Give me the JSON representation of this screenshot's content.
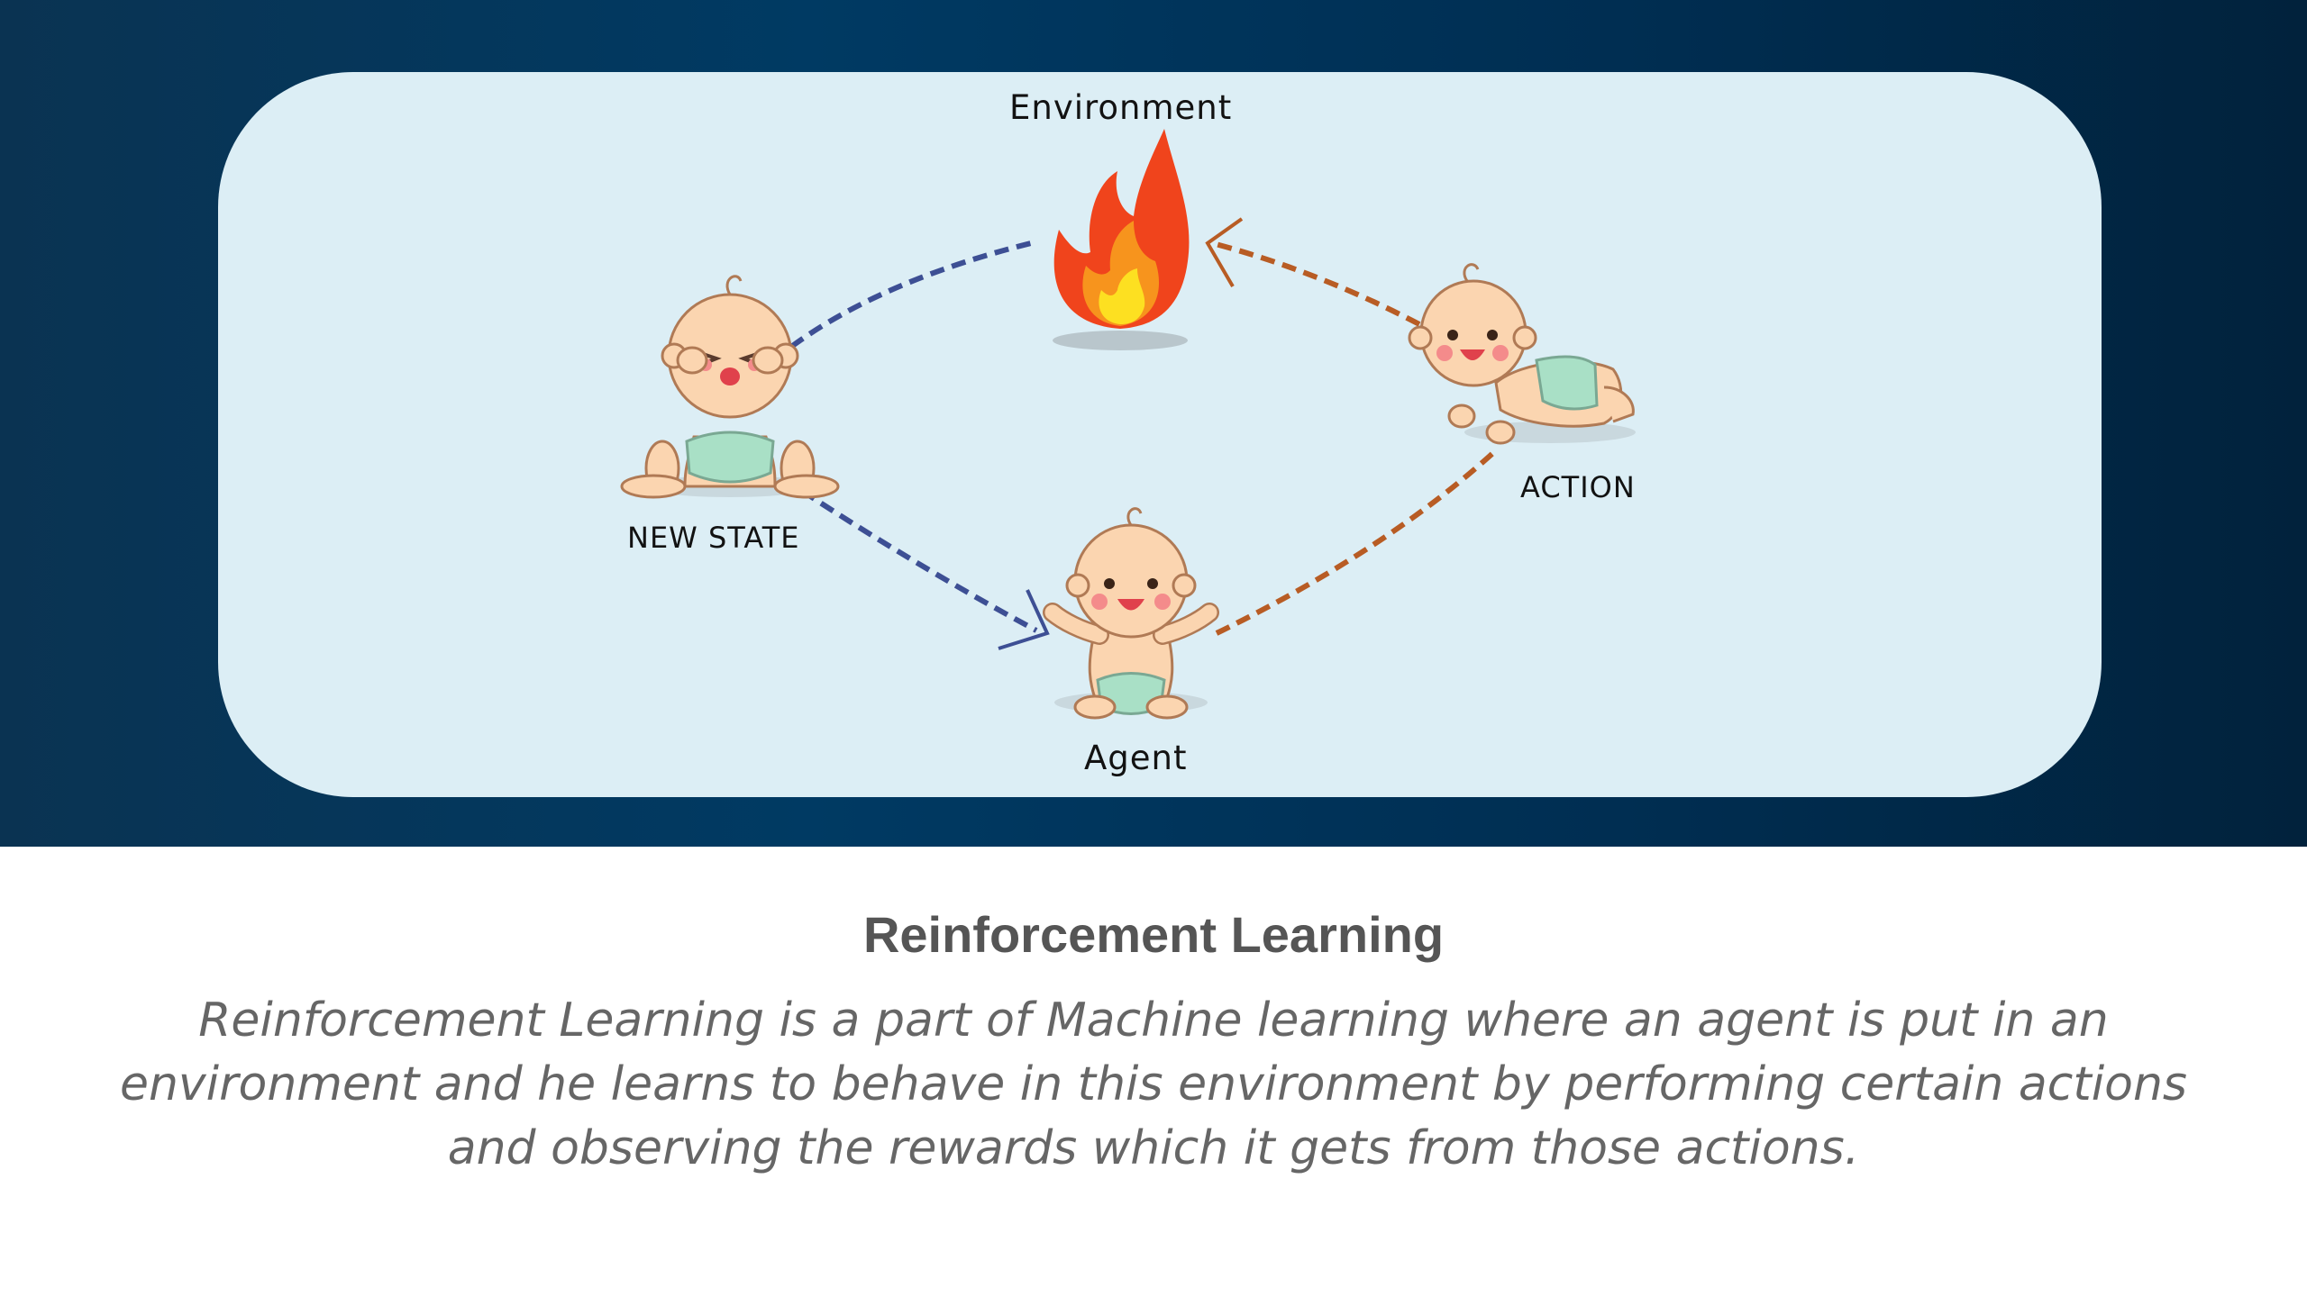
{
  "diagram": {
    "nodes": {
      "environment": "Environment",
      "agent": "Agent",
      "new_state": "NEW STATE",
      "action": "ACTION"
    },
    "colors": {
      "state_arrows": "#3d4f94",
      "action_arrows": "#b85c24",
      "panel": "#dceef5",
      "banner": "#003a63"
    }
  },
  "caption": {
    "title": "Reinforcement Learning",
    "body": "Reinforcement Learning is a part of Machine learning where an agent is put in an environment and he learns to behave in this environment by performing certain actions and observing the rewards which it gets from those actions."
  }
}
